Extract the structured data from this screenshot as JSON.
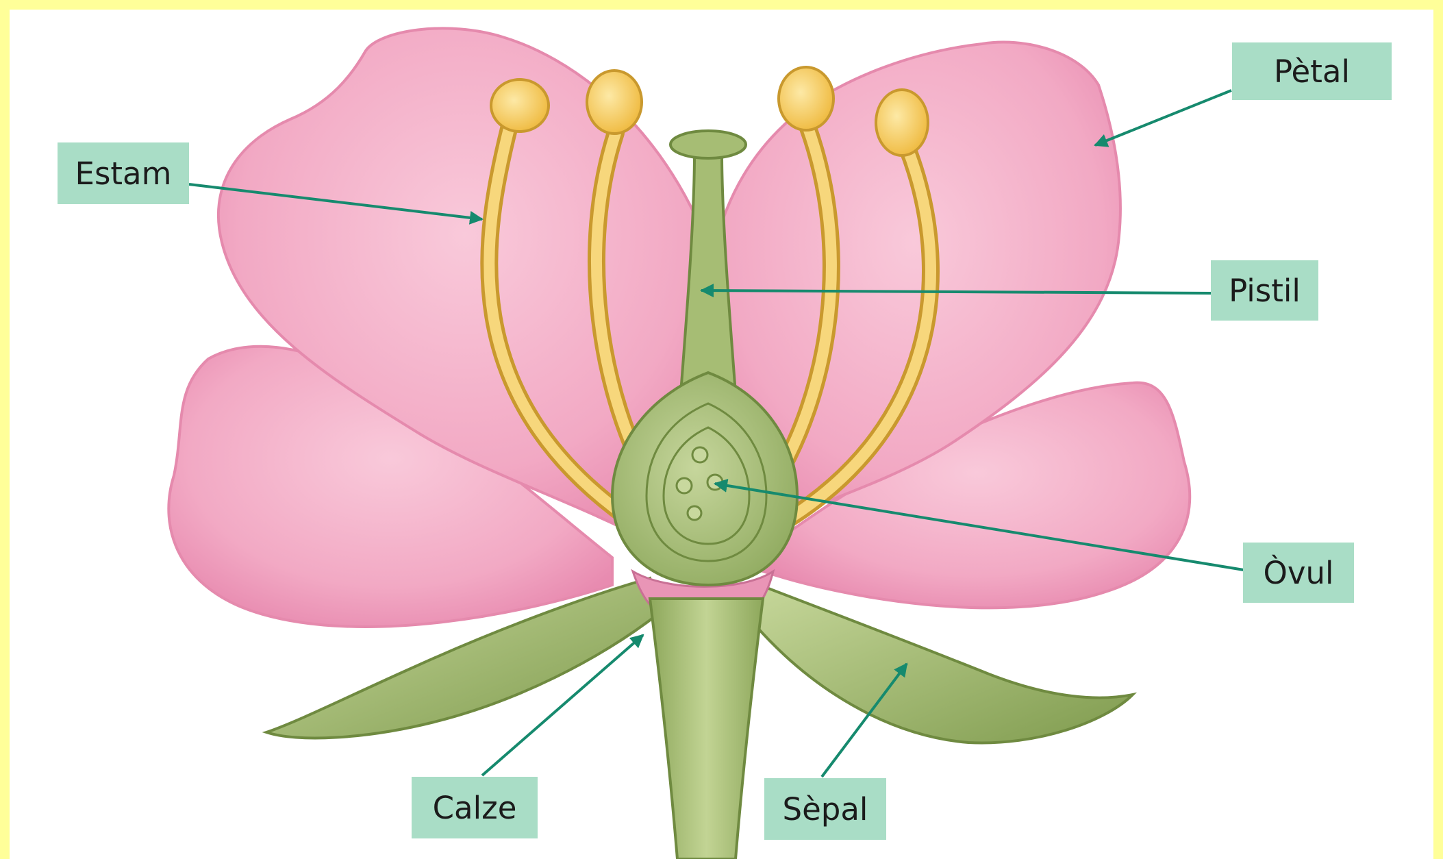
{
  "diagram": {
    "labels": {
      "petal": "Pètal",
      "stamen": "Estam",
      "pistil": "Pistil",
      "ovule": "Òvul",
      "calyx": "Calze",
      "sepal": "Sèpal"
    },
    "colors": {
      "page_border": "#ffff99",
      "label_background": "#a9ddc6",
      "pointer_line": "#168a6e",
      "petal": "#f2a9c4",
      "stamen": "#f3cc5c",
      "pistil": "#9ab26a",
      "sepal": "#9bb56c"
    }
  }
}
